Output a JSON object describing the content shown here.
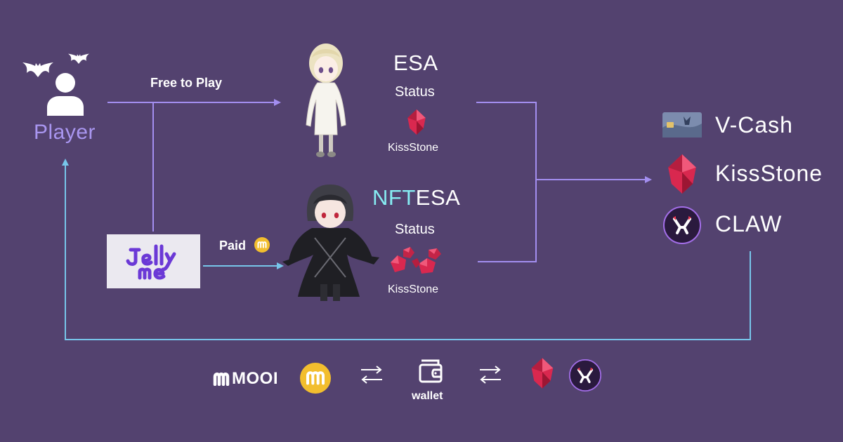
{
  "player": {
    "label": "Player",
    "icon": "user-icon",
    "decoration": "bat-icon"
  },
  "edges": {
    "free": "Free to Play",
    "paid": "Paid"
  },
  "jellyme": {
    "logo": "Jelly me"
  },
  "esa": {
    "title": "ESA",
    "status": "Status",
    "stone": "KissStone"
  },
  "nftesa": {
    "title_prefix": "NFT",
    "title_suffix": "ESA",
    "status": "Status",
    "stone": "KissStone"
  },
  "rewards": [
    {
      "label": "V-Cash",
      "icon": "card-icon"
    },
    {
      "label": "KissStone",
      "icon": "gem-icon"
    },
    {
      "label": "CLAW",
      "icon": "claw-coin-icon"
    }
  ],
  "bottom": {
    "mooi_label": "MOOI",
    "wallet_label": "wallet"
  },
  "colors": {
    "background": "#53426f",
    "arrow_violet": "#a38ef0",
    "arrow_cyan": "#77c6ea",
    "player_text": "#a996f0",
    "nft_text": "#86ecf2",
    "gem": "#d9284f",
    "coin": "#f2be2e"
  }
}
